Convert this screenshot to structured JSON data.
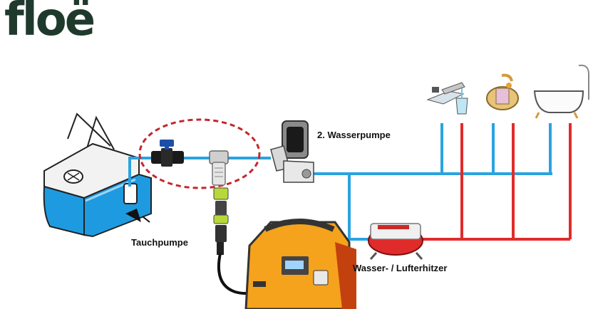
{
  "brand": {
    "logo_text": "floë"
  },
  "labels": {
    "pump2": "2. Wasserpumpe",
    "submersible": "Tauchpumpe",
    "heater": "Wasser- / Lufterhitzer"
  },
  "colors": {
    "cold_water": "#2aa3e0",
    "hot_water": "#e02b2b",
    "tank_blue": "#1e9be0",
    "jump_starter": "#f5a21c",
    "highlight_circle": "#c4262e",
    "logo": "#1f3a2c"
  },
  "icons": {
    "tank": "water-tank-icon",
    "valve": "ball-valve-icon",
    "tee": "tee-connector-icon",
    "pump": "water-pump-icon",
    "heater": "water-heater-icon",
    "faucet": "kitchen-faucet-icon",
    "basin": "wash-basin-icon",
    "bathtub": "bathtub-icon",
    "power": "jump-starter-icon"
  }
}
